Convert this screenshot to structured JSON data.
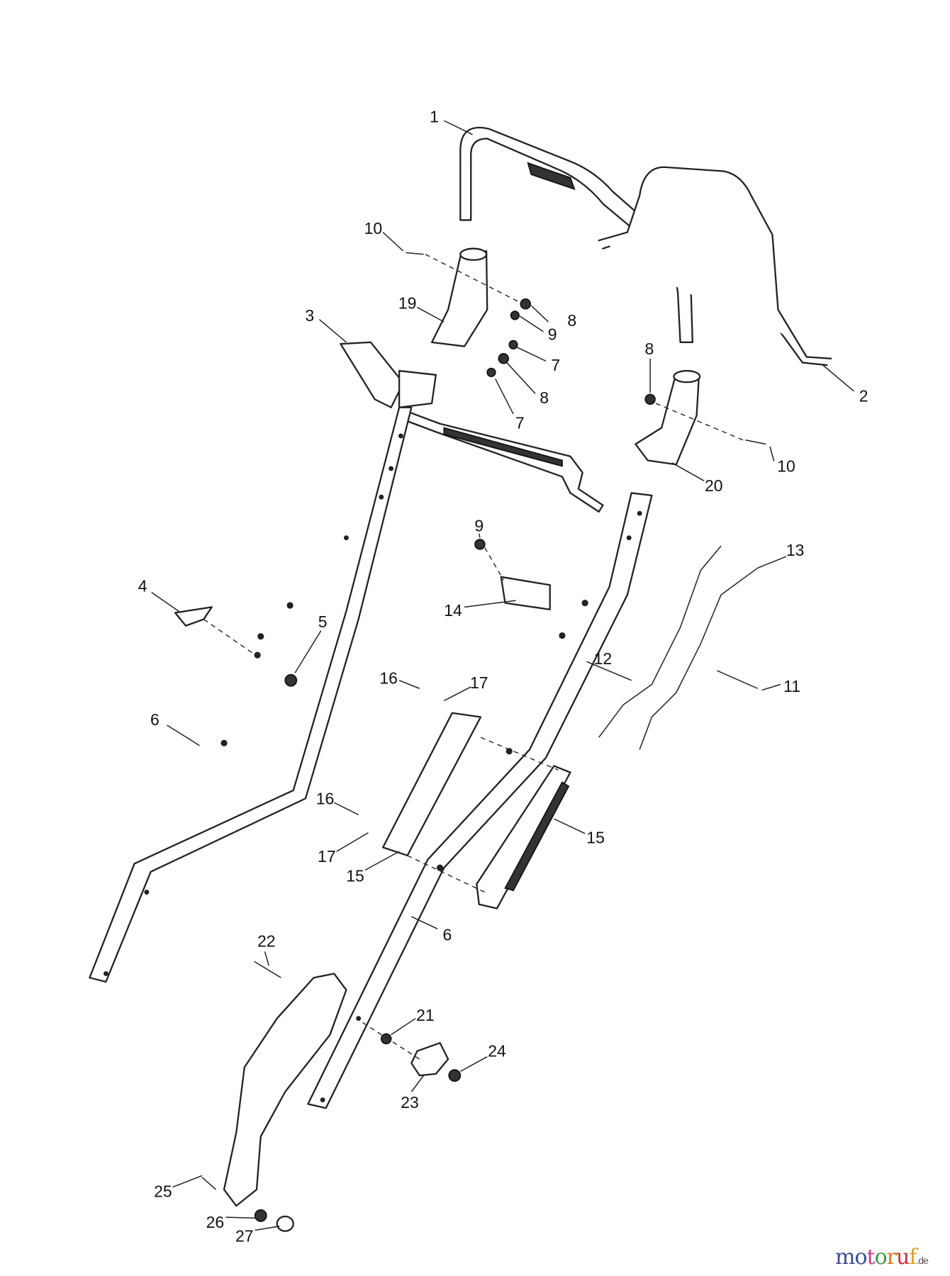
{
  "diagram": {
    "callouts": [
      {
        "id": "1",
        "part": "handle-upper"
      },
      {
        "id": "2",
        "part": "bail-lever"
      },
      {
        "id": "3",
        "part": "cable-guide"
      },
      {
        "id": "4",
        "part": "clip"
      },
      {
        "id": "5",
        "part": "nut"
      },
      {
        "id": "6",
        "part": "lower-handle-tube"
      },
      {
        "id": "7",
        "part": "screw"
      },
      {
        "id": "8",
        "part": "nut"
      },
      {
        "id": "9",
        "part": "nut"
      },
      {
        "id": "10",
        "part": "bolt"
      },
      {
        "id": "11",
        "part": "bolt"
      },
      {
        "id": "12",
        "part": "cable"
      },
      {
        "id": "13",
        "part": "cable"
      },
      {
        "id": "14",
        "part": "clamp"
      },
      {
        "id": "15",
        "part": "grass-bag-holder"
      },
      {
        "id": "16",
        "part": "screw"
      },
      {
        "id": "17",
        "part": "washer"
      },
      {
        "id": "19",
        "part": "handle-bracket-left"
      },
      {
        "id": "20",
        "part": "handle-bracket-right"
      },
      {
        "id": "21",
        "part": "washer"
      },
      {
        "id": "22",
        "part": "bolt"
      },
      {
        "id": "23",
        "part": "cam"
      },
      {
        "id": "24",
        "part": "nut"
      },
      {
        "id": "25",
        "part": "bolt"
      },
      {
        "id": "26",
        "part": "nut"
      },
      {
        "id": "27",
        "part": "cap"
      }
    ]
  },
  "watermark": {
    "text": "motoruf",
    "suffix": ".de",
    "colors": [
      "#3b4a9a",
      "#3b4a9a",
      "#d03a8c",
      "#3a9a4a",
      "#e07a20",
      "#d03030",
      "#e0a020"
    ]
  }
}
